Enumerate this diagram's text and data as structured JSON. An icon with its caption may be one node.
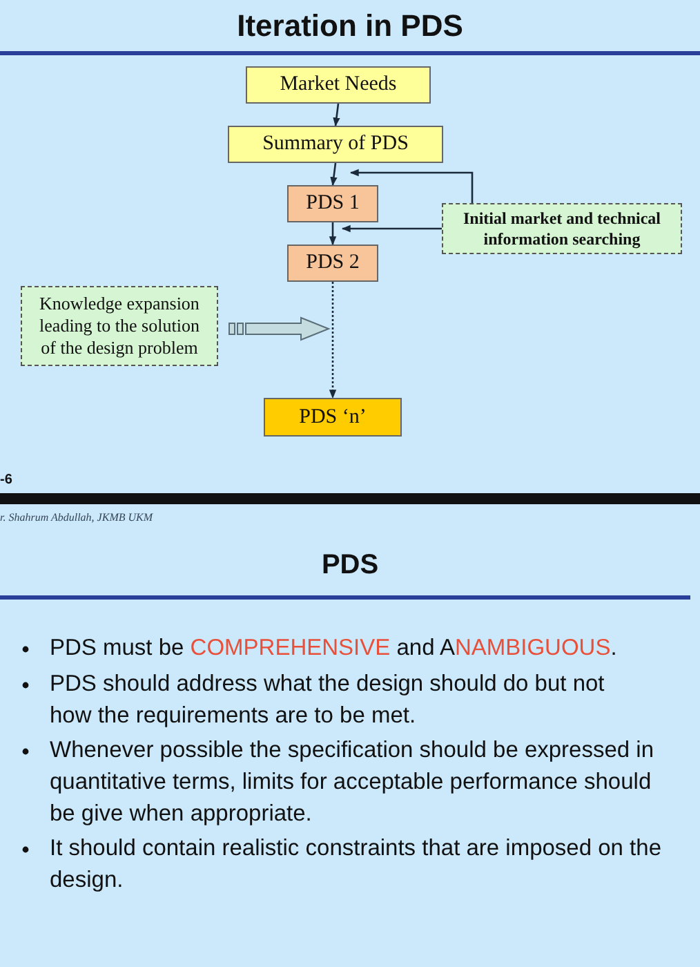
{
  "diagram": {
    "title": "Iteration in PDS",
    "nodes": [
      {
        "text": [
          "Market Needs"
        ]
      },
      {
        "text": [
          "Summary of PDS"
        ]
      },
      {
        "text": [
          "PDS 1"
        ]
      },
      {
        "text": [
          "PDS 2"
        ]
      },
      {
        "text": [
          "Initial market and technical information searching"
        ]
      },
      {
        "text": [
          "Knowledge expansion leading to the solution of the design problem"
        ]
      },
      {
        "text": [
          "PDS ‘n’"
        ]
      }
    ],
    "edges": [
      {
        "from": 0,
        "to": 1,
        "arrow": "to"
      },
      {
        "from": 1,
        "to": 2,
        "arrow": "to"
      },
      {
        "from": 2,
        "to": 3,
        "arrow": "to"
      },
      {
        "from": 3,
        "to": 6,
        "arrow": "to",
        "style": "dashed"
      },
      {
        "from": 4,
        "to": 2,
        "arrow": "to"
      },
      {
        "from": 4,
        "to": 2,
        "arrow": "to"
      },
      {
        "from": 5,
        "to": null,
        "arrow": "to",
        "style": "thick",
        "color": "#c4dce0"
      }
    ],
    "labels": [
      "-6",
      "r. Shahrum Abdullah, JKMB UKM",
      "PDS",
      "PDS must be **COMPREHENSIVE** and A**NAMBIGUOUS**.",
      "PDS should address what the design should do but not how the requirements are to be met.",
      "Whenever possible the specification should be expressed in quantitative terms, limits for acceptable performance should be give when appropriate.",
      "It should contain realistic constraints that are imposed on the design."
    ]
  }
}
